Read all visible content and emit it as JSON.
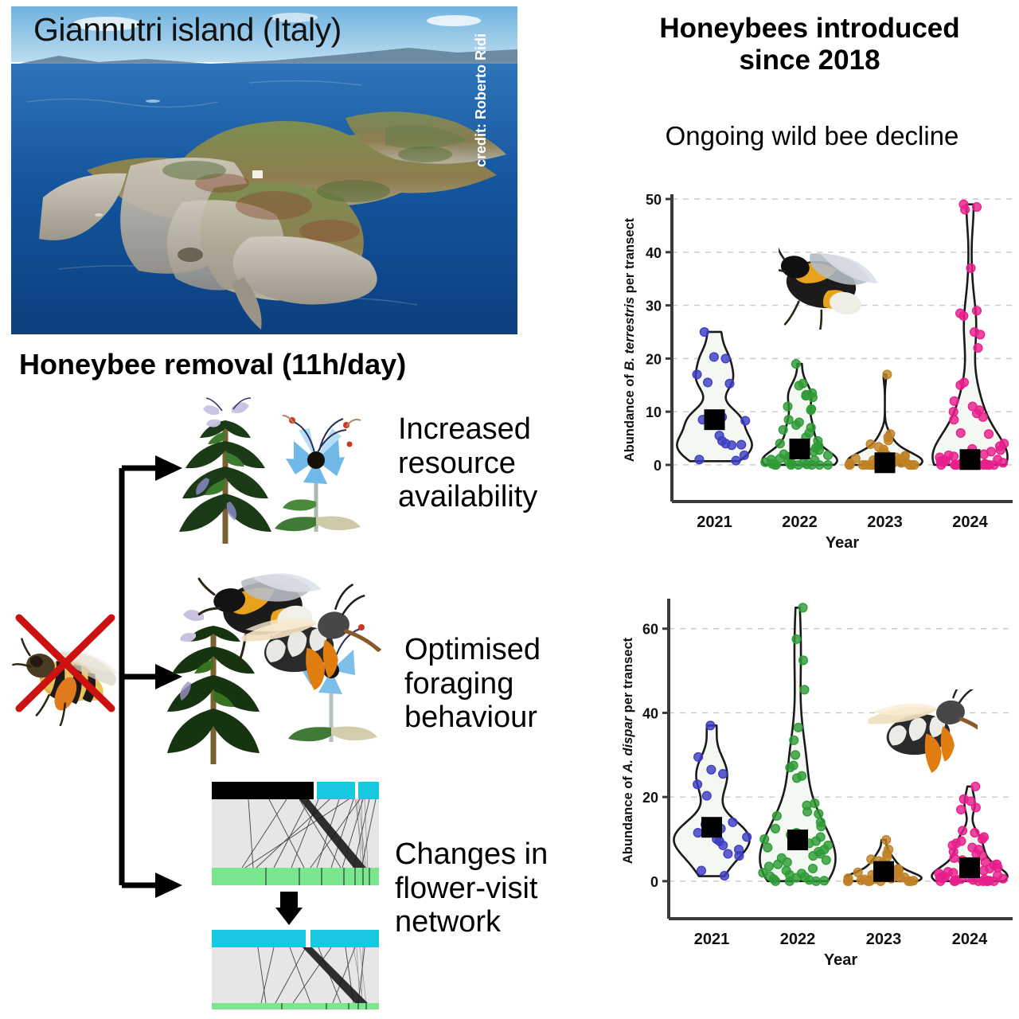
{
  "photo": {
    "title": "Giannutri island (Italy)",
    "credit": "credit: Roberto Ridi",
    "alt_name": "aerial-photo-giannutri-island"
  },
  "flow": {
    "heading": "Honeybee removal (11h/day)",
    "removed_icon": "crossed-out-honeybee",
    "branches": [
      {
        "label_line1": "Increased",
        "label_line2": "resource",
        "label_line3": "availability",
        "icon": "rosemary-and-borage-flowers"
      },
      {
        "label_line1": "Optimised",
        "label_line2": "foraging",
        "label_line3": "behaviour",
        "icon": "bumblebee-and-anthophora-on-flowers"
      },
      {
        "label_line1": "Changes in",
        "label_line2": "flower-visit",
        "label_line3": "network",
        "icon": "bipartite-network-before-after"
      }
    ]
  },
  "right": {
    "heading_line1": "Honeybees introduced",
    "heading_line2": "since 2018",
    "subheading": "Ongoing wild bee decline"
  },
  "colors": {
    "year_2021": "#3d3dc4",
    "year_2022": "#2e9b36",
    "year_2023": "#bf8125",
    "year_2024": "#e81f8c",
    "mean_marker": "#000000",
    "violin_outline": "#1a1a1a",
    "gridline": "#c9c9c9",
    "axis": "#3a3a3a"
  },
  "chart_data": [
    {
      "id": "bombus-terrestris-abundance",
      "type": "violin",
      "title": "",
      "xlabel": "Year",
      "ylabel": "Abundance of B. terrestris per transect",
      "ylabel_italic_part": "B. terrestris",
      "categories": [
        "2021",
        "2022",
        "2023",
        "2024"
      ],
      "yticks": [
        0,
        10,
        20,
        30,
        40,
        50
      ],
      "ylim": [
        -3,
        50
      ],
      "grid": true,
      "legend": "none",
      "inset_icon": "bumblebee-illustration",
      "series": [
        {
          "name": "2021",
          "color": "#3d3dc4",
          "mean": 8.5,
          "violin_min": 0.7,
          "violin_max": 25,
          "points": [
            25,
            20.3,
            20,
            17,
            15.5,
            15.3,
            9.3,
            9,
            8.5,
            8.3,
            5.5,
            4.5,
            4,
            3.8,
            3.7,
            1.8,
            1,
            0.8
          ]
        },
        {
          "name": "2022",
          "color": "#2e9b36",
          "mean": 3.0,
          "violin_min": 0,
          "violin_max": 19,
          "points": [
            19,
            15.3,
            14.9,
            13.5,
            13.2,
            13,
            12.7,
            11,
            10.5,
            10.3,
            8.5,
            8,
            7.5,
            7,
            6.6,
            6,
            5.2,
            4.5,
            4,
            3.6,
            3.2,
            2.8,
            2.5,
            2,
            1.8,
            1.5,
            1.2,
            1,
            0.9,
            0.7,
            0.5,
            0.4,
            0.3,
            0.2,
            0.1,
            0,
            0,
            0,
            0,
            0,
            0,
            0
          ]
        },
        {
          "name": "2023",
          "color": "#bf8125",
          "mean": 0.4,
          "violin_min": 0,
          "violin_max": 17,
          "points": [
            17,
            5.8,
            5.2,
            4.6,
            3.9,
            3.4,
            2.9,
            2.4,
            2.1,
            1.9,
            1.7,
            1.5,
            1.4,
            1.2,
            1.1,
            1,
            0.9,
            0.8,
            0.7,
            0.6,
            0.5,
            0.4,
            0.3,
            0.2,
            0.1,
            0,
            0,
            0,
            0,
            0,
            0,
            0,
            0,
            0,
            0,
            0
          ]
        },
        {
          "name": "2024",
          "color": "#e81f8c",
          "mean": 1.0,
          "violin_min": 0,
          "violin_max": 49,
          "points": [
            49,
            48.5,
            48,
            37,
            29,
            28.5,
            28,
            25,
            24.5,
            22,
            15.5,
            15,
            12,
            11,
            10.3,
            10,
            9.7,
            9,
            8.5,
            6,
            5.8,
            4,
            3.5,
            3,
            2.8,
            2.5,
            2.2,
            2,
            1.8,
            1.6,
            1.4,
            1.2,
            1,
            0.9,
            0.8,
            0.7,
            0.6,
            0.5,
            0.4,
            0.3,
            0.2,
            0.1,
            0,
            0,
            0,
            0,
            0,
            0,
            0,
            0,
            0,
            0
          ]
        }
      ]
    },
    {
      "id": "amegilla-dispar-abundance",
      "type": "violin",
      "title": "",
      "xlabel": "Year",
      "ylabel": "Abundance of A. dispar per transect",
      "ylabel_italic_part": "A. dispar",
      "categories": [
        "2021",
        "2022",
        "2023",
        "2024"
      ],
      "yticks": [
        0,
        20,
        40,
        60
      ],
      "ylim": [
        -4,
        66
      ],
      "grid": true,
      "legend": "none",
      "inset_icon": "anthophora-illustration",
      "series": [
        {
          "name": "2021",
          "color": "#3d3dc4",
          "mean": 12.8,
          "violin_min": 1.2,
          "violin_max": 37,
          "points": [
            37,
            29.5,
            26.5,
            25.5,
            23,
            20.3,
            14,
            13.5,
            12.5,
            11.5,
            10.5,
            10,
            9.5,
            8.5,
            7.5,
            6.5,
            6,
            2.5,
            1.3
          ]
        },
        {
          "name": "2022",
          "color": "#2e9b36",
          "mean": 9.8,
          "violin_min": 0,
          "violin_max": 65,
          "points": [
            65,
            57.5,
            52.5,
            45.5,
            36.5,
            33.5,
            30,
            27.5,
            27,
            25,
            24.5,
            18.5,
            18,
            16.5,
            16,
            15.5,
            14,
            13,
            12.5,
            11.5,
            11,
            10.5,
            10,
            9.5,
            9,
            8.5,
            8,
            7.5,
            7,
            6.5,
            6,
            5.5,
            5,
            4.5,
            4,
            3.5,
            3,
            2.5,
            2,
            1.8,
            1.5,
            1.2,
            1,
            0.8,
            0.5,
            0.3,
            0.1,
            0,
            0,
            0
          ]
        },
        {
          "name": "2023",
          "color": "#bf8125",
          "mean": 2.3,
          "violin_min": 0,
          "violin_max": 9.8,
          "points": [
            9.8,
            7.5,
            6.5,
            5.8,
            5.2,
            4.8,
            4.3,
            4,
            3.6,
            3.2,
            2.9,
            2.6,
            2.3,
            2.1,
            1.9,
            1.7,
            1.5,
            1.3,
            1.2,
            1,
            0.9,
            0.8,
            0.7,
            0.6,
            0.5,
            0.4,
            0.3,
            0.2,
            0.1,
            0,
            0,
            0,
            0,
            0,
            0,
            0
          ]
        },
        {
          "name": "2024",
          "color": "#e81f8c",
          "mean": 3.2,
          "violin_min": 0,
          "violin_max": 22.5,
          "points": [
            22.5,
            19.5,
            19,
            17.5,
            17,
            12,
            11.5,
            10.5,
            10,
            9.5,
            9,
            8.5,
            8,
            7.5,
            7,
            6.5,
            6,
            5.5,
            5,
            4.5,
            4,
            3.8,
            3.5,
            3.2,
            3,
            2.8,
            2.5,
            2.2,
            2,
            1.8,
            1.6,
            1.4,
            1.2,
            1,
            0.9,
            0.8,
            0.7,
            0.6,
            0.5,
            0.4,
            0.3,
            0.2,
            0.1,
            0,
            0,
            0,
            0,
            0,
            0,
            0,
            0
          ]
        }
      ]
    }
  ]
}
